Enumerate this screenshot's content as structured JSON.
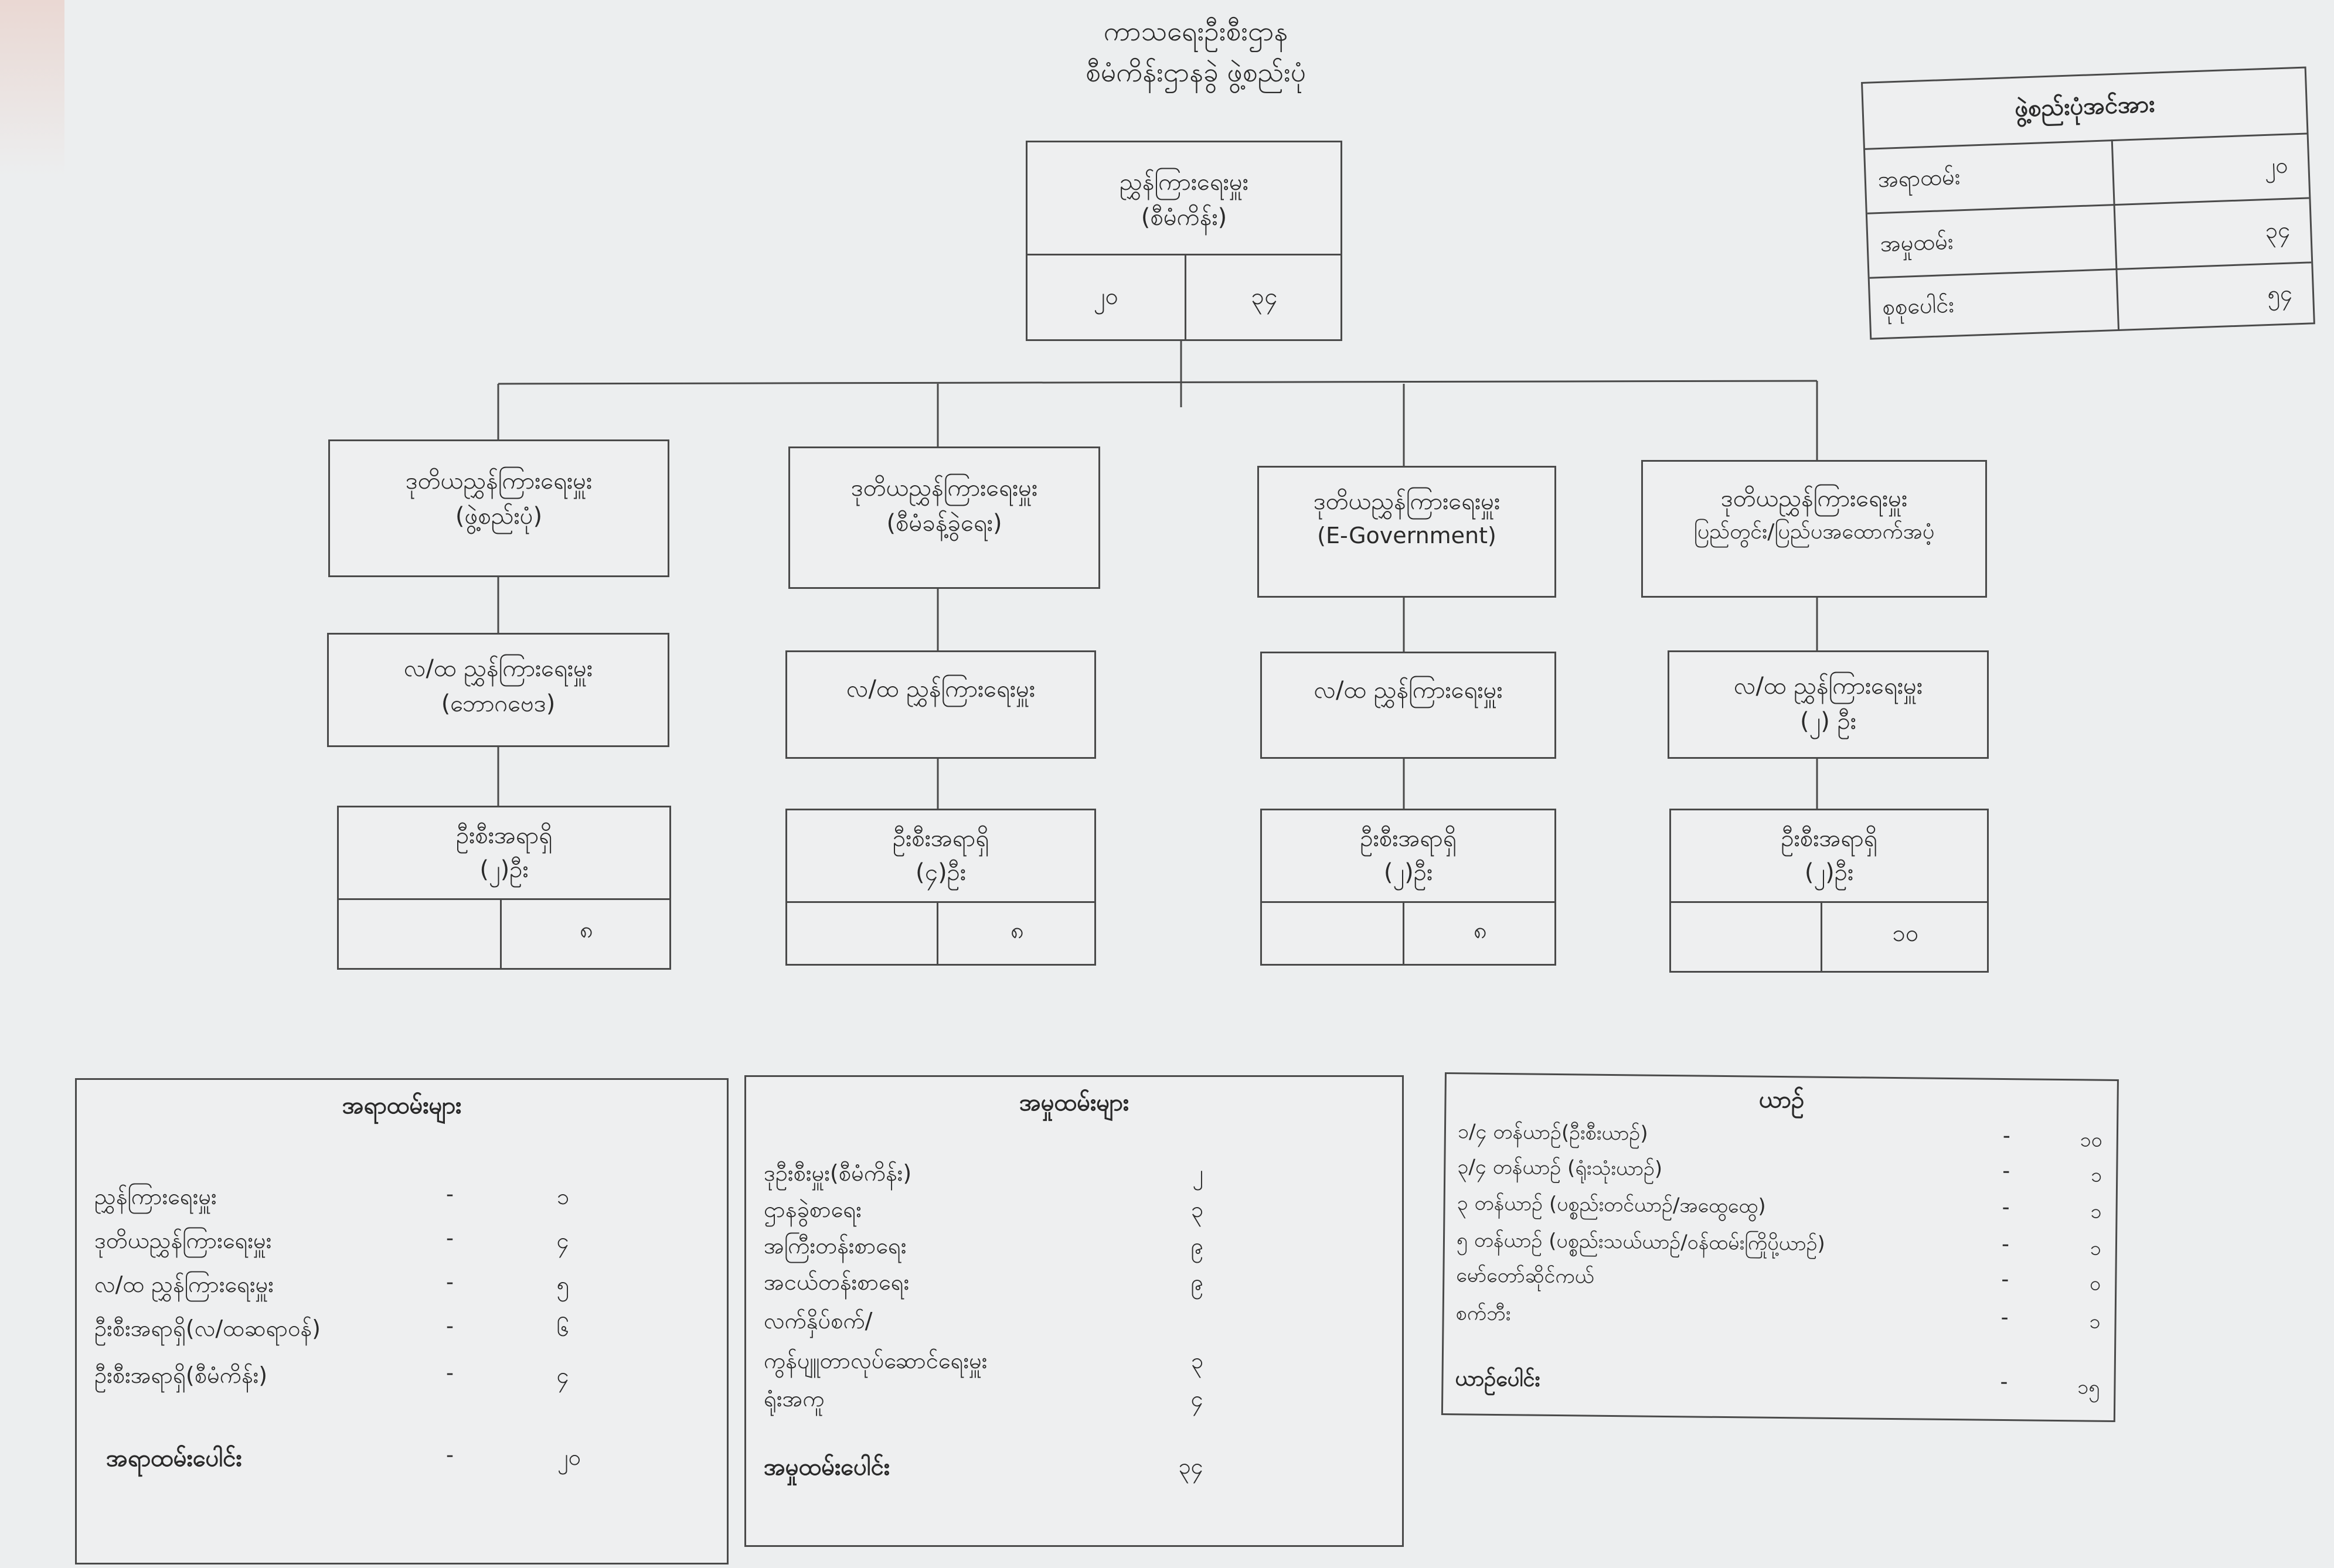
{
  "title": {
    "line1": "ကာသရေးဦးစီးဌာန",
    "line2": "စီမံကိန်းဌာနခွဲ ဖွဲ့စည်းပုံ"
  },
  "summary": {
    "header": "ဖွဲ့စည်းပုံအင်အား",
    "rows": [
      {
        "label": "အရာထမ်း",
        "value": "၂၀"
      },
      {
        "label": "အမှုထမ်း",
        "value": "၃၄"
      },
      {
        "label": "စုစုပေါင်း",
        "value": "၅၄"
      }
    ]
  },
  "top": {
    "title": "ညွှန်ကြားရေးမှူး",
    "subtitle": "(စီမံကိန်း)",
    "left_value": "၂၀",
    "right_value": "၃၄"
  },
  "columns": [
    {
      "deputy": "ဒုတိယညွှန်ကြားရေးမှူး",
      "deputy_sub": "(ဖွဲ့စည်းပုံ)",
      "assistant": "လ/ထ ညွှန်ကြားရေးမှူး",
      "assistant_sub": "(ဘောဂဗေဒ)",
      "officer": "ဦးစီးအရာရှိ",
      "officer_sub": "(၂)ဦး",
      "left_value": "",
      "right_value": "၈"
    },
    {
      "deputy": "ဒုတိယညွှန်ကြားရေးမှူး",
      "deputy_sub": "(စီမံခန့်ခွဲရေး)",
      "assistant": "လ/ထ ညွှန်ကြားရေးမှူး",
      "assistant_sub": "",
      "officer": "ဦးစီးအရာရှိ",
      "officer_sub": "(၄)ဦး",
      "left_value": "",
      "right_value": "၈"
    },
    {
      "deputy": "ဒုတိယညွှန်ကြားရေးမှူး",
      "deputy_sub": "(E-Government)",
      "assistant": "လ/ထ ညွှန်ကြားရေးမှူး",
      "assistant_sub": "",
      "officer": "ဦးစီးအရာရှိ",
      "officer_sub": "(၂)ဦး",
      "left_value": "",
      "right_value": "၈"
    },
    {
      "deputy": "ဒုတိယညွှန်ကြားရေးမှူး",
      "deputy_sub": "ပြည်တွင်း/ပြည်ပအထောက်အပံ့",
      "assistant": "လ/ထ ညွှန်ကြားရေးမှူး",
      "assistant_sub": "(၂) ဦး",
      "officer": "ဦးစီးအရာရှိ",
      "officer_sub": "(၂)ဦး",
      "left_value": "",
      "right_value": "၁၀"
    }
  ],
  "officers_panel": {
    "header": "အရာထမ်းများ",
    "rows": [
      {
        "label": "ညွှန်ကြားရေးမှူး",
        "dash": "-",
        "value": "၁"
      },
      {
        "label": "ဒုတိယညွှန်ကြားရေးမှူး",
        "dash": "-",
        "value": "၄"
      },
      {
        "label": "လ/ထ ညွှန်ကြားရေးမှူး",
        "dash": "-",
        "value": "၅"
      },
      {
        "label": "ဦးစီးအရာရှိ(လ/ထဆရာဝန်)",
        "dash": "-",
        "value": "၆"
      },
      {
        "label": "ဦးစီးအရာရှိ(စီမံကိန်း)",
        "dash": "-",
        "value": "၄"
      }
    ],
    "total_label": "အရာထမ်းပေါင်း",
    "total_dash": "-",
    "total_value": "၂၀"
  },
  "staff_panel": {
    "header": "အမှုထမ်းများ",
    "rows": [
      {
        "label": "ဒုဦးစီးမှူး(စီမံကိန်း)",
        "value": "၂"
      },
      {
        "label": "ဌာနခွဲစာရေး",
        "value": "၃"
      },
      {
        "label": "အကြီးတန်းစာရေး",
        "value": "၉"
      },
      {
        "label": "အငယ်တန်းစာရေး",
        "value": "၉"
      },
      {
        "label": "လက်နှိပ်စက်/",
        "value": ""
      },
      {
        "label": "ကွန်ပျူတာလုပ်ဆောင်ရေးမှူး",
        "value": "၃"
      },
      {
        "label": "ရုံးအကူ",
        "value": "၄"
      }
    ],
    "total_label": "အမှုထမ်းပေါင်း",
    "total_value": "၃၄"
  },
  "vehicles_panel": {
    "header": "ယာဉ်",
    "rows": [
      {
        "label": "၁/၄ တန်ယာဉ်(ဦးစီးယာဉ်)",
        "dash": "-",
        "value": "၁၀"
      },
      {
        "label": "၃/၄ တန်ယာဉ် (ရုံးသုံးယာဉ်)",
        "dash": "-",
        "value": "၁"
      },
      {
        "label": "၃   တန်ယာဉ် (ပစ္စည်းတင်ယာဉ်/အထွေထွေ)",
        "dash": "-",
        "value": "၁"
      },
      {
        "label": "၅   တန်ယာဉ် (ပစ္စည်းသယ်ယာဉ်/ဝန်ထမ်းကြိုပို့ယာဉ်)",
        "dash": "-",
        "value": "၁"
      },
      {
        "label": "မော်တော်ဆိုင်ကယ်",
        "dash": "-",
        "value": "၀"
      },
      {
        "label": "စက်ဘီး",
        "dash": "-",
        "value": "၁"
      }
    ],
    "total_label": "ယာဉ်ပေါင်း",
    "total_dash": "-",
    "total_value": "၁၅"
  }
}
